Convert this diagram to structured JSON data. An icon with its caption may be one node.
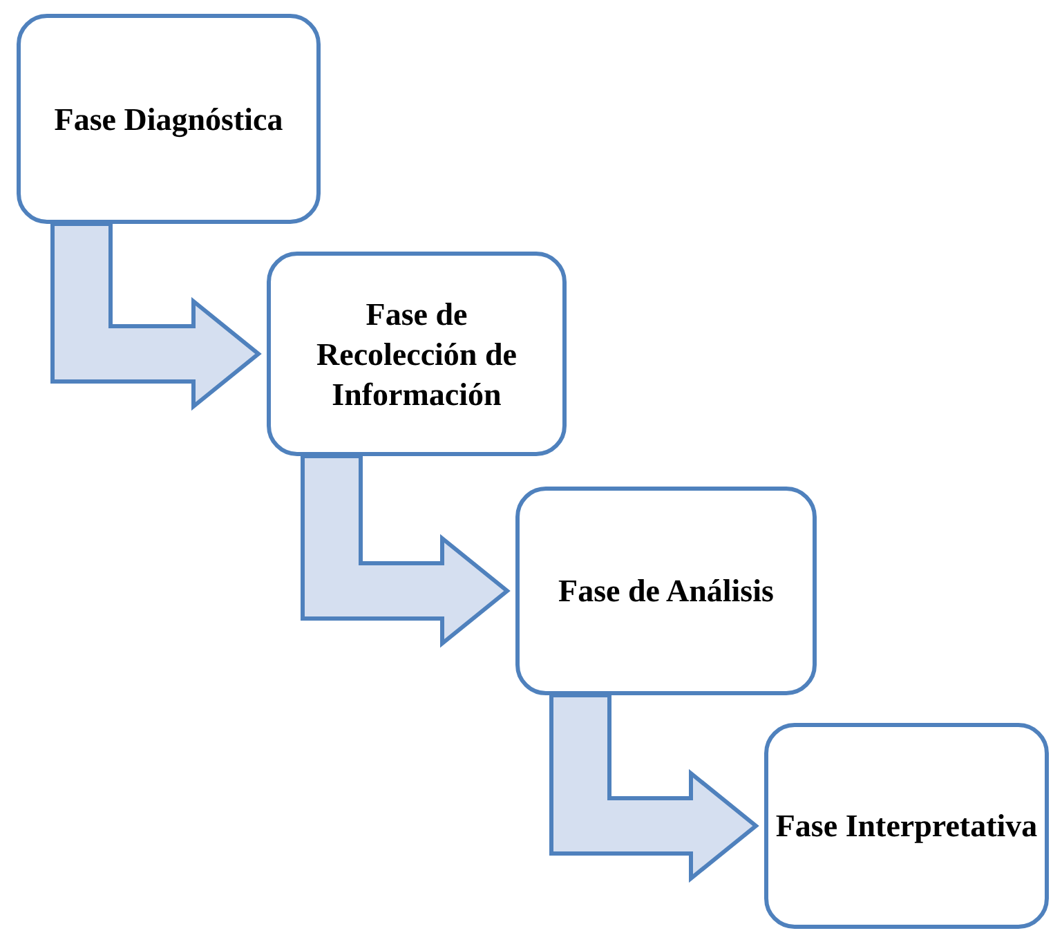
{
  "diagram": {
    "nodes": [
      {
        "text": [
          "Fase Diagnóstica"
        ]
      },
      {
        "text": [
          "Fase de Recolección de Información"
        ]
      },
      {
        "text": [
          "Fase de Análisis"
        ]
      },
      {
        "text": [
          "Fase Interpretativa"
        ]
      }
    ],
    "edges": [
      {
        "from": 0,
        "to": 1,
        "arrow": "to"
      },
      {
        "from": 1,
        "to": 2,
        "arrow": "to"
      },
      {
        "from": 2,
        "to": 3,
        "arrow": "to"
      }
    ]
  }
}
